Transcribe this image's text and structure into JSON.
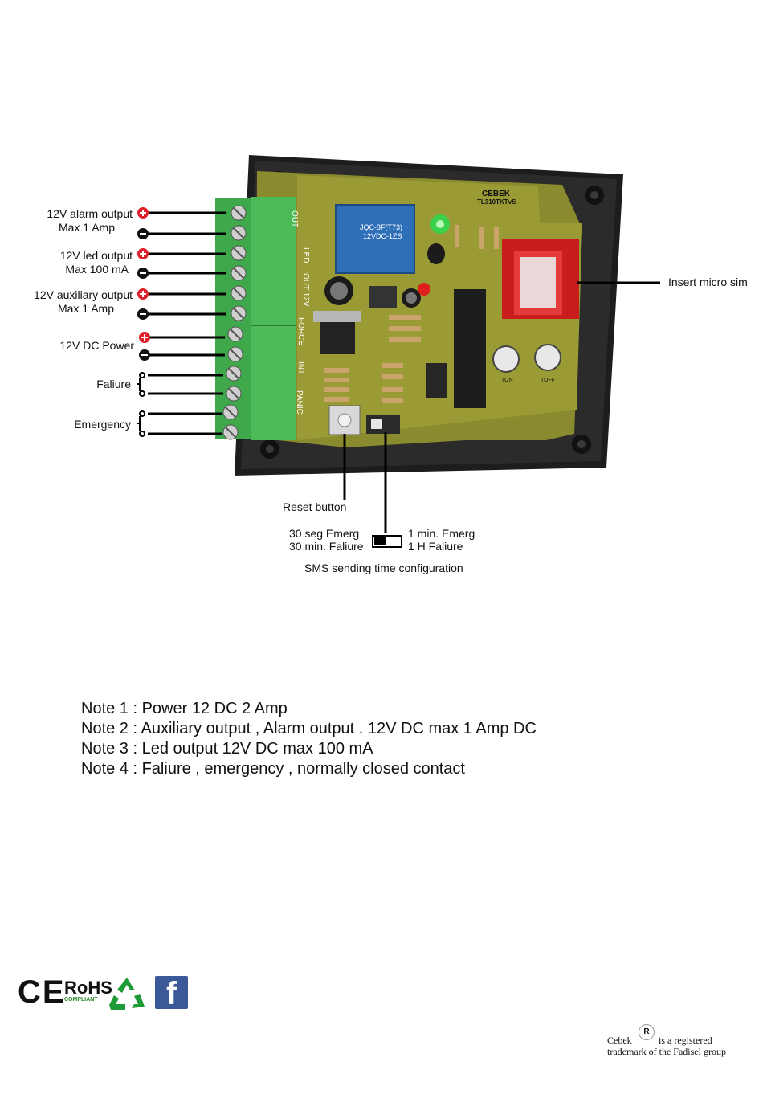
{
  "brand": {
    "name": "CEBEK",
    "model": "TL310TKTvS"
  },
  "pcb": {
    "relay_line1": "JQC-3F(T73)",
    "relay_line2": "12VDC-1ZS",
    "side_labels": [
      "OUT",
      "LED",
      "OUT 12V",
      "FORCE",
      "INT",
      "PANIC"
    ],
    "knob_labels": [
      "TON",
      "TOFF"
    ]
  },
  "terminals": {
    "alarm": {
      "line1": "12V alarm output",
      "line2": "Max 1 Amp"
    },
    "led": {
      "line1": "12V led  output",
      "line2": "Max 100 mA"
    },
    "aux": {
      "line1": "12V auxiliary output",
      "line2": "Max 1 Amp"
    },
    "power": {
      "line1": "12V DC Power"
    },
    "failure": {
      "line1": "Faliure"
    },
    "emergency": {
      "line1": "Emergency"
    }
  },
  "callouts": {
    "sim": "Insert micro sim",
    "reset": "Reset button",
    "switch_left_1": "30 seg Emerg",
    "switch_left_2": "30 min. Faliure",
    "switch_right_1": "1 min. Emerg",
    "switch_right_2": "1 H Faliure",
    "switch_caption": "SMS sending time configuration"
  },
  "notes": [
    "Note 1 : Power 12 DC  2 Amp",
    "Note 2 : Auxiliary output , Alarm output  . 12V DC max 1 Amp DC",
    "Note 3 : Led output 12V DC max 100 mA",
    "Note 4 : Faliure , emergency , normally closed contact"
  ],
  "logos": {
    "ce": "CE",
    "rohs": "RoHS",
    "rohs_sub": "COMPLIANT",
    "facebook": "f",
    "icons": [
      "ce-mark",
      "rohs-mark",
      "recycle-icon",
      "facebook-icon"
    ]
  },
  "trademark": {
    "registered": "R",
    "line1_a": "Cebek",
    "line1_b": "is a registered",
    "line2": "trademark of the Fadisel group"
  }
}
